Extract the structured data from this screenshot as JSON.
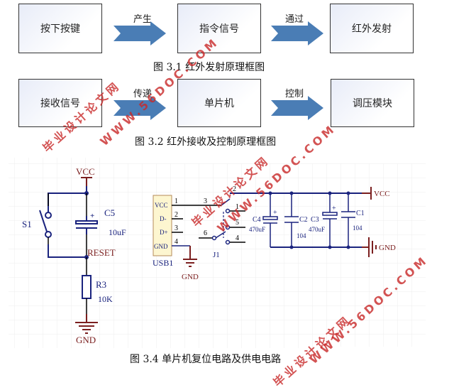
{
  "figure_3_1": {
    "boxes": [
      "按下按键",
      "指令信号",
      "红外发射"
    ],
    "arrows": [
      "产生",
      "通过"
    ],
    "caption": "图 3.1 红外发射原理框图"
  },
  "figure_3_2": {
    "boxes": [
      "接收信号",
      "单片机",
      "调压模块"
    ],
    "arrows": [
      "传递",
      "控制"
    ],
    "caption": "图 3.2 红外接收及控制原理框图"
  },
  "figure_3_4": {
    "caption": "图 3.4  单片机复位电路及供电电路",
    "reset_circuit": {
      "vcc": "VCC",
      "switch": "S1",
      "capacitor_name": "C5",
      "capacitor_value": "10uF",
      "net": "RESET",
      "resistor_name": "R3",
      "resistor_value": "10K",
      "gnd": "GND"
    },
    "power_circuit": {
      "connector": "USB1",
      "connector_pins": [
        {
          "num": "1",
          "label": "VCC"
        },
        {
          "num": "2",
          "label": "D-"
        },
        {
          "num": "3",
          "label": "D+"
        },
        {
          "num": "4",
          "label": "GND"
        }
      ],
      "gnd_label": "GND",
      "switch_name": "J1",
      "switch_pins": [
        "1",
        "2",
        "3",
        "4",
        "5",
        "6"
      ],
      "capacitors": [
        {
          "name": "C4",
          "value": "470uF",
          "polarized": true
        },
        {
          "name": "C2",
          "value": "104",
          "polarized": false
        },
        {
          "name": "C3",
          "value": "470uF",
          "polarized": true
        },
        {
          "name": "C1",
          "value": "104",
          "polarized": false
        }
      ],
      "vcc_port": "VCC",
      "gnd_port": "GND"
    }
  },
  "watermarks": [
    "毕业设计论文网",
    "WWW.56DOC.COM"
  ],
  "colors": {
    "arrow": "#4a7db5",
    "wire": "#1a237e",
    "power_port": "#7b1f1f",
    "watermark": "#c82828"
  }
}
